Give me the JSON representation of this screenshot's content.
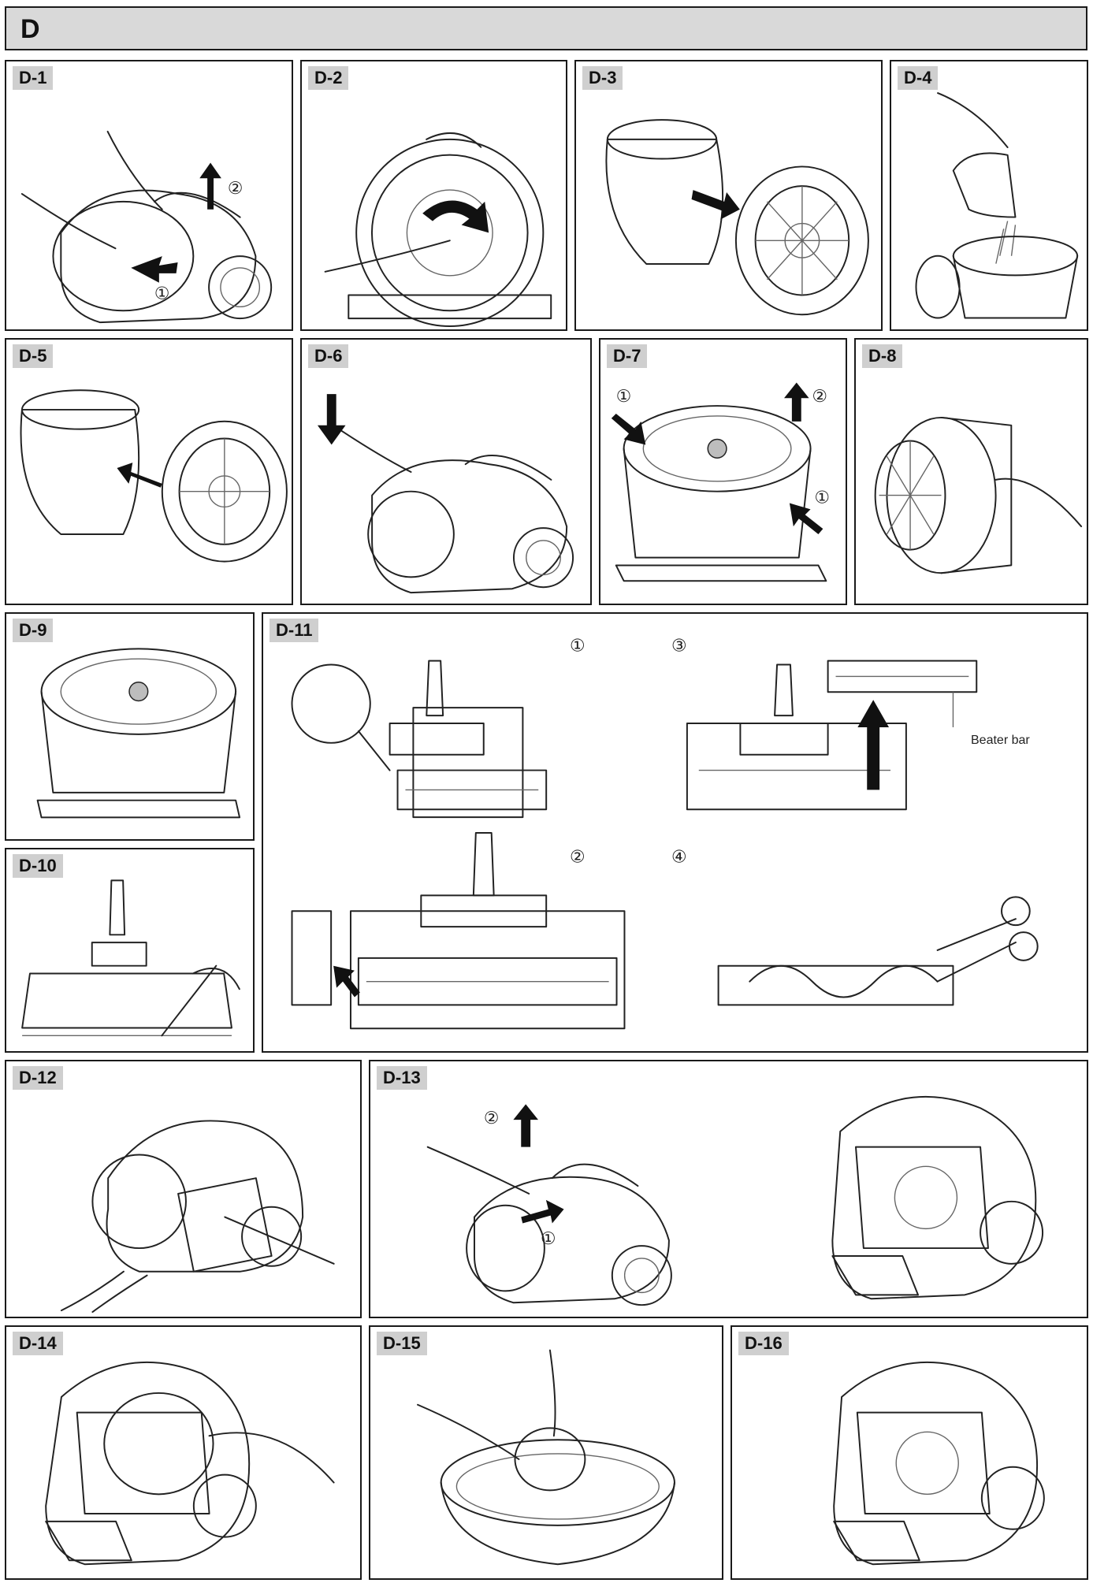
{
  "section": {
    "letter": "D"
  },
  "panels": {
    "d1": "D-1",
    "d2": "D-2",
    "d3": "D-3",
    "d4": "D-4",
    "d5": "D-5",
    "d6": "D-6",
    "d7": "D-7",
    "d8": "D-8",
    "d9": "D-9",
    "d10": "D-10",
    "d11": "D-11",
    "d12": "D-12",
    "d13": "D-13",
    "d14": "D-14",
    "d15": "D-15",
    "d16": "D-16"
  },
  "steps": {
    "one": "①",
    "two": "②",
    "three": "③",
    "four": "④"
  },
  "labels": {
    "beater_bar": "Beater bar"
  },
  "colors": {
    "header_bg": "#d9d9d9",
    "tag_bg": "#cfcfcf",
    "border": "#1a1a1a"
  }
}
